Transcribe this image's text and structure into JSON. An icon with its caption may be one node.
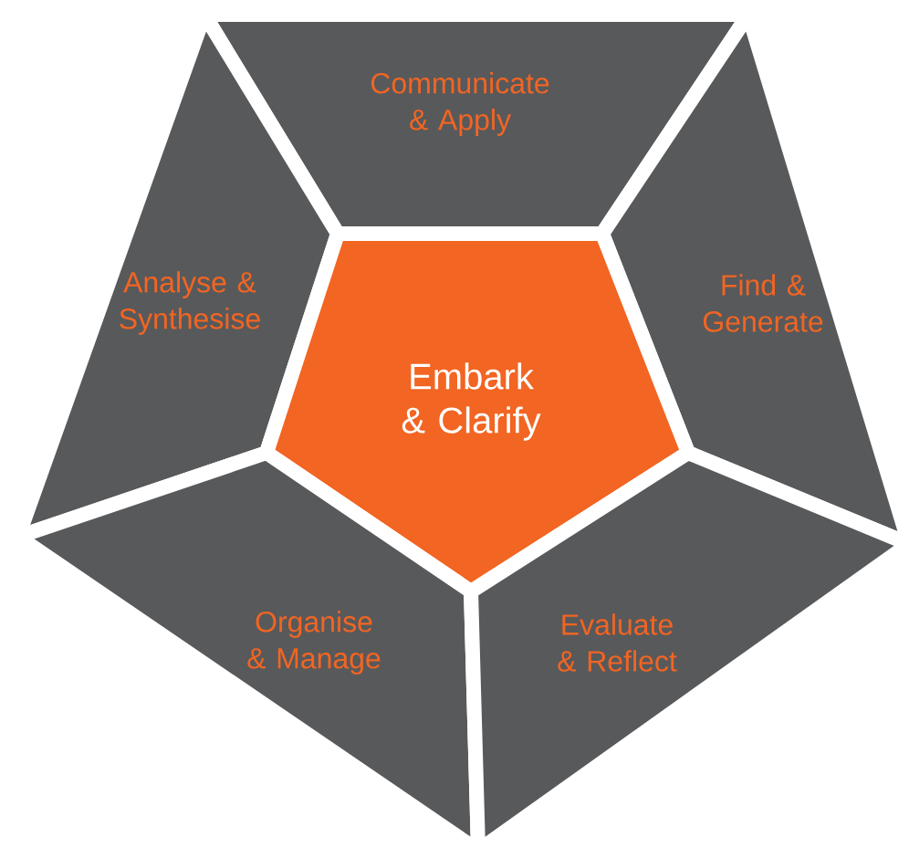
{
  "diagram": {
    "nodes": [
      {
        "text": [
          "Communicate & Apply"
        ]
      },
      {
        "text": [
          "Analyse & Synthesise"
        ]
      },
      {
        "text": [
          "Find & Generate"
        ]
      },
      {
        "text": [
          "Embark & Clarify"
        ]
      },
      {
        "text": [
          "Organise & Manage"
        ]
      },
      {
        "text": [
          "Evaluate & Reflect"
        ]
      }
    ]
  }
}
